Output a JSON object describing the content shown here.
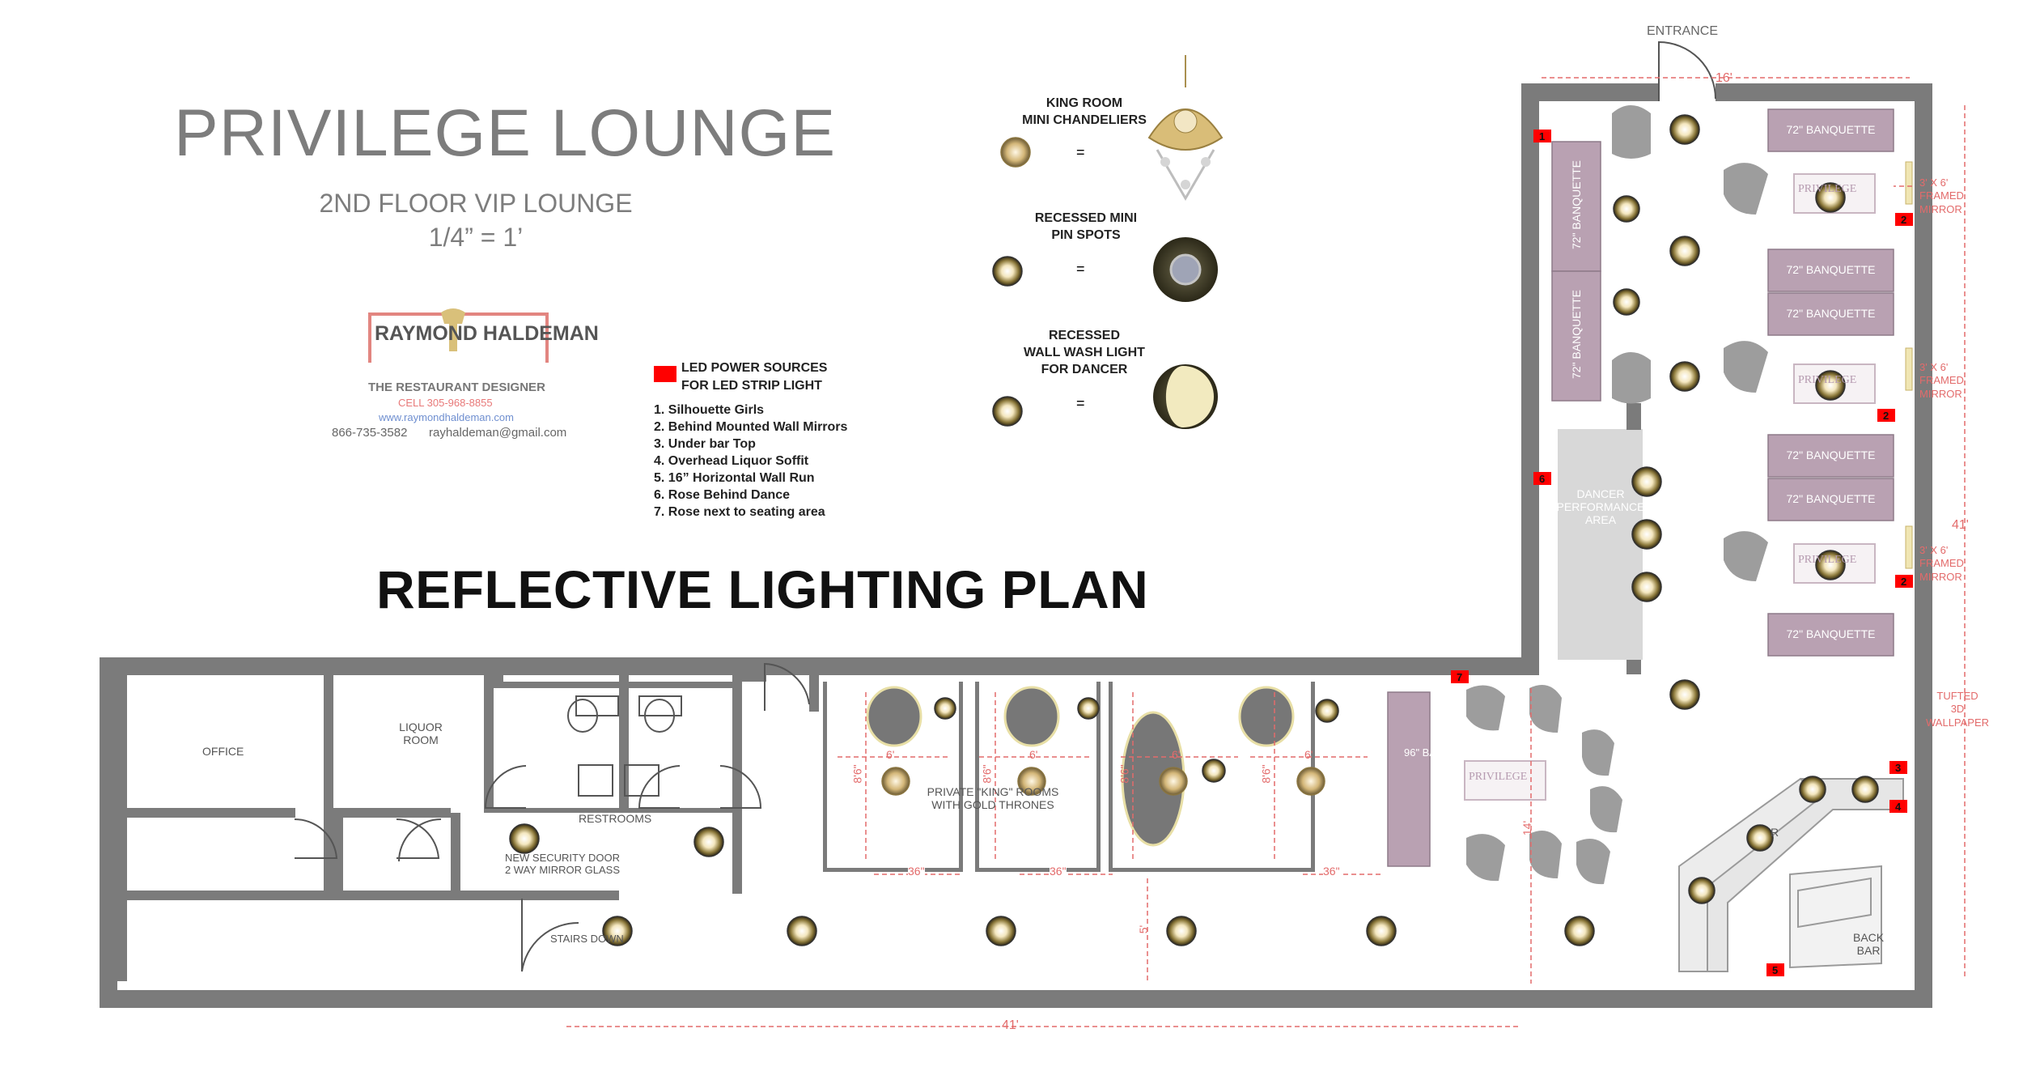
{
  "header": {
    "title": "PRIVILEGE LOUNGE",
    "subtitle": "2ND FLOOR VIP LOUNGE",
    "scale": "1/4” = 1’"
  },
  "logo": {
    "name": "RAYMOND HALDEMAN",
    "tagline": "THE RESTAURANT DESIGNER",
    "cell": "CELL 305-968-8855",
    "website": "www.raymondhaldeman.com",
    "phone": "866-735-3582",
    "email": "rayhaldeman@gmail.com"
  },
  "plan_title": "REFLECTIVE LIGHTING PLAN",
  "legend": {
    "chandelier_label": "KING ROOM\nMINI CHANDELIERS",
    "pinspot_label": "RECESSED MINI\nPIN SPOTS",
    "wallwash_label": "RECESSED\nWALL WASH LIGHT\nFOR DANCER",
    "equals": "="
  },
  "led": {
    "title": "LED POWER SOURCES\nFOR LED STRIP LIGHT",
    "color": "#ff0000",
    "items": [
      "1. Silhouette Girls",
      "2. Behind Mounted Wall Mirrors",
      "3. Under bar Top",
      "4. Overhead Liquor Soffit",
      "5. 16” Horizontal Wall Run",
      "6. Rose Behind Dance",
      "7. Rose next to seating area"
    ]
  },
  "plan_labels": {
    "entrance": "ENTRANCE",
    "dim_top": "16'",
    "dim_right": "41'",
    "dim_bottom": "41'",
    "office": "OFFICE",
    "liquor_room": "LIQUOR\nROOM",
    "restrooms": "RESTROOMS",
    "security_door": "NEW SECURITY DOOR\n2 WAY MIRROR GLASS",
    "stairs_down": "STAIRS DOWN",
    "king_rooms": "PRIVATE \"KING\" ROOMS\nWITH GOLD THRONES",
    "dancer_area": "DANCER\nPERFORMANCE\nAREA",
    "banquette_72": "72\" BANQUETTE",
    "banquette_96": "96\" BANQUETTE",
    "framed_mirror": "3' X 6'\nFRAMED\nMIRROR",
    "tufted": "TUFTED\n3D\nWALLPAPER",
    "back_bar": "BACK\nBAR",
    "bar_letter": "R",
    "privilege_sign": "PRIVILEGE",
    "dim_6": "6'",
    "dim_8_6": "8'6\"",
    "dim_36": "36\"",
    "dim_5": "5'",
    "dim_14": "14'"
  },
  "led_markers": [
    "1",
    "2",
    "2",
    "2",
    "3",
    "4",
    "5",
    "6",
    "7"
  ],
  "colors": {
    "wall": "#7b7b7b",
    "banquette": "#b9a1b2",
    "chair": "#9d9d9d",
    "dim": "#e36b6b",
    "dance_floor": "#d8d8d8"
  }
}
